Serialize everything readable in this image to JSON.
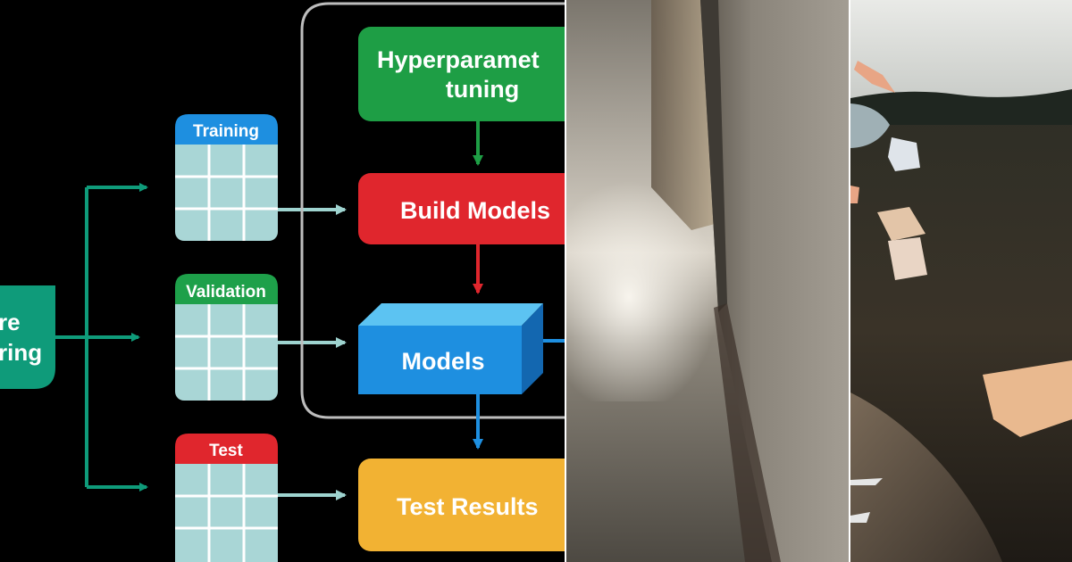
{
  "diagram": {
    "left_box_lines": [
      "re",
      "ring"
    ],
    "datasets": [
      {
        "id": "training",
        "label": "Training",
        "color": "#1e8fe0"
      },
      {
        "id": "validation",
        "label": "Validation",
        "color": "#1ea04a"
      },
      {
        "id": "test",
        "label": "Test",
        "color": "#e0262d"
      }
    ],
    "hyperparameter_lines": [
      "Hyperparamet",
      "tuning"
    ],
    "build_models": "Build Models",
    "models": "Models",
    "test_results": "Test Results",
    "colors": {
      "teal": "#0f9b7a",
      "green": "#1e9e45",
      "red": "#e0262d",
      "blue": "#1e8fe0",
      "orange": "#f2b233",
      "table_fill": "#a9d6d6",
      "frame": "#bdbdbd"
    }
  },
  "photos": [
    {
      "id": "wall",
      "subject": "sunlit-corridor-wall"
    },
    {
      "id": "field",
      "subject": "papers-flying-over-field"
    }
  ]
}
